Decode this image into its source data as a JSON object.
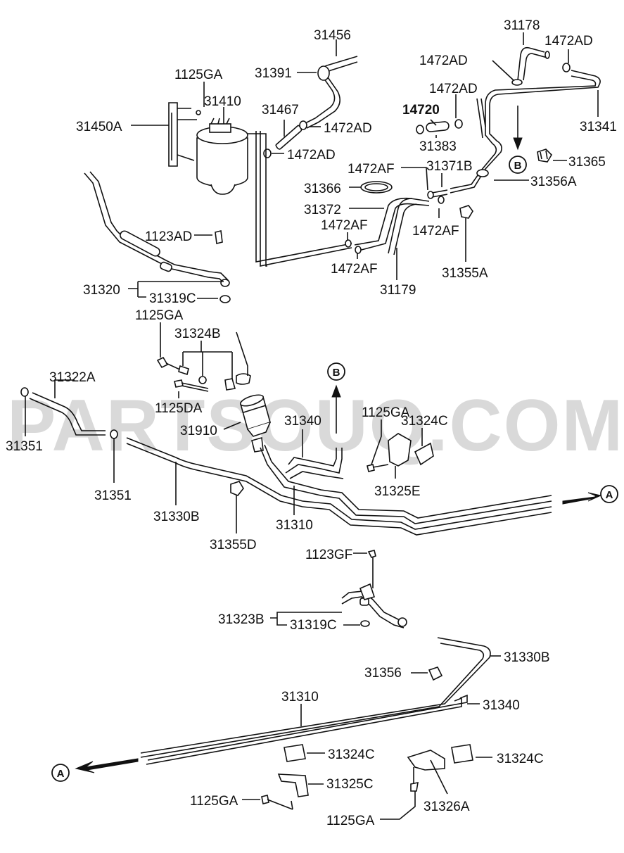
{
  "watermark": "PARTSOUQ.COM",
  "callouts": [
    {
      "id": "A1",
      "letter": "A"
    },
    {
      "id": "A2",
      "letter": "A"
    },
    {
      "id": "B1",
      "letter": "B"
    },
    {
      "id": "B2",
      "letter": "B"
    }
  ],
  "labels": {
    "l31456": "31456",
    "l31391": "31391",
    "l1125GA_a": "1125GA",
    "l31410": "31410",
    "l31467": "31467",
    "l31450A": "31450A",
    "l1472AD_a": "1472AD",
    "l1472AD_b": "1472AD",
    "l31178": "31178",
    "l1472AD_c": "1472AD",
    "l1472AD_d": "1472AD",
    "l1472AD_e": "1472AD",
    "l14720": "14720",
    "l31383": "31383",
    "l31341": "31341",
    "l31365": "31365",
    "l1472AF_a": "1472AF",
    "l31371B": "31371B",
    "l31356A": "31356A",
    "l31366": "31366",
    "l31372": "31372",
    "l1472AF_b": "1472AF",
    "l1472AF_c": "1472AF",
    "l1472AF_d": "1472AF",
    "l31179": "31179",
    "l31355A": "31355A",
    "l1123AD": "1123AD",
    "l31320": "31320",
    "l31319C_a": "31319C",
    "l1125GA_b": "1125GA",
    "l31324B": "31324B",
    "l31322A": "31322A",
    "l1125DA": "1125DA",
    "l31351_a": "31351",
    "l31910": "31910",
    "l31340_a": "31340",
    "l1125GA_c": "1125GA",
    "l31324C_a": "31324C",
    "l31325E": "31325E",
    "l31351_b": "31351",
    "l31330B_a": "31330B",
    "l31310_a": "31310",
    "l31355D": "31355D",
    "l1123GF": "1123GF",
    "l31323B": "31323B",
    "l31319C_b": "31319C",
    "l31330B_b": "31330B",
    "l31356": "31356",
    "l31310_b": "31310",
    "l31340_b": "31340",
    "l31324C_b": "31324C",
    "l31324C_c": "31324C",
    "l31325C": "31325C",
    "l1125GA_d": "1125GA",
    "l31326A": "31326A",
    "l1125GA_e": "1125GA"
  }
}
